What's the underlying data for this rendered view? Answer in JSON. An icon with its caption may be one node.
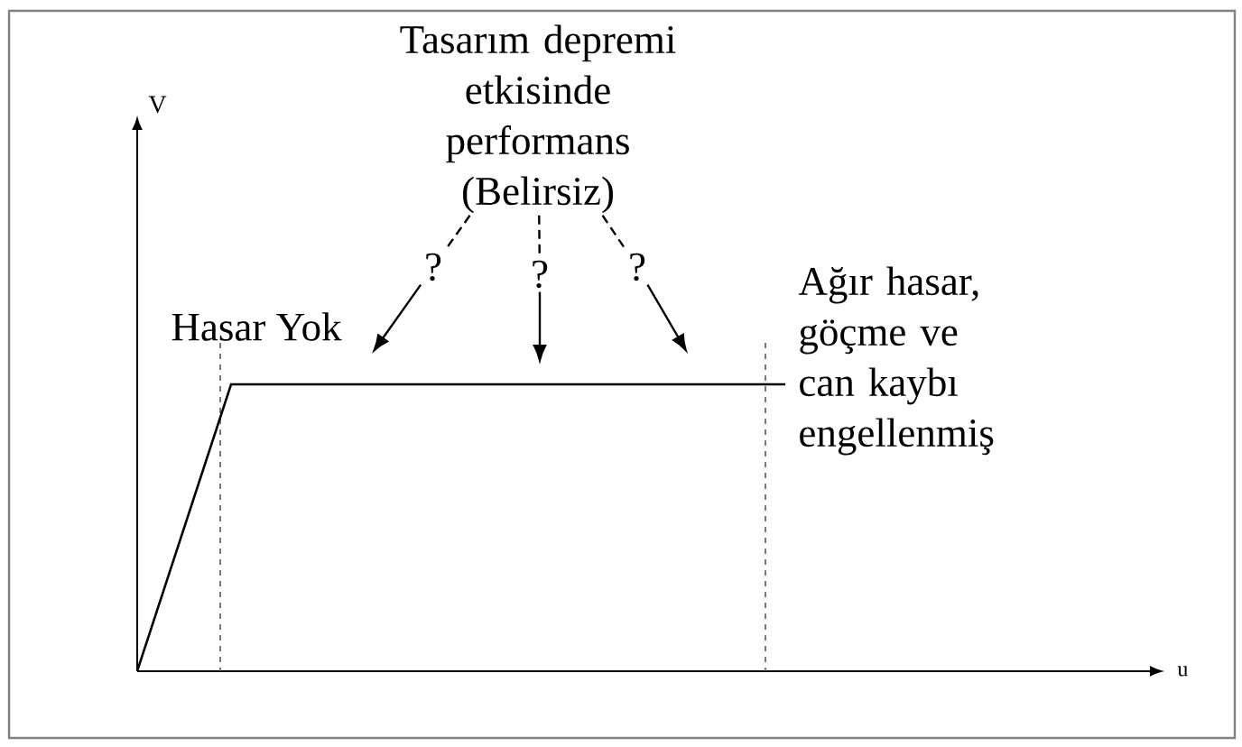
{
  "diagram": {
    "nodes": [
      {
        "text": [
          "Tasarım depremi etkisinde performans (Belirsiz)"
        ]
      },
      {
        "text": [
          "?"
        ]
      },
      {
        "text": [
          "?"
        ]
      },
      {
        "text": [
          "?"
        ]
      }
    ],
    "edges": [
      {
        "from": 0,
        "to": 1,
        "arrow": "none",
        "style": "dashed"
      },
      {
        "from": 0,
        "to": 2,
        "arrow": "none",
        "style": "dashed"
      },
      {
        "from": 0,
        "to": 3,
        "arrow": "none",
        "style": "dashed"
      },
      {
        "from": 1,
        "to": null,
        "arrow": "to"
      },
      {
        "from": 2,
        "to": null,
        "arrow": "to"
      },
      {
        "from": 3,
        "to": null,
        "arrow": "to"
      }
    ],
    "labels": [
      "V",
      "Hasar Yok",
      "Ağır hasar, göçme ve can kaybı engellenmiş",
      "u"
    ]
  }
}
